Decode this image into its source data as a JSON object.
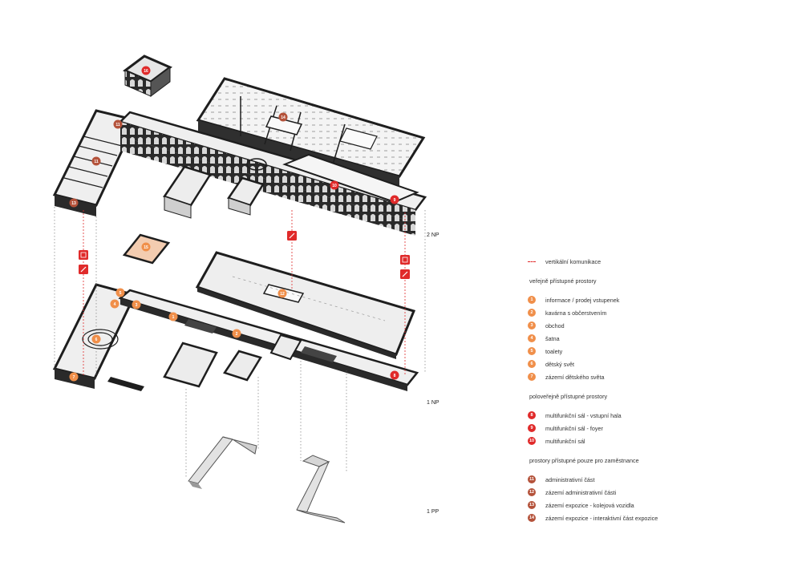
{
  "floors": {
    "upper": "2 NP",
    "ground": "1 NP",
    "basement": "1 PP"
  },
  "colors": {
    "public": "#f08f4a",
    "semi_public": "#e02a2a",
    "staff": "#b4523a",
    "vertical": "#e02a2a",
    "wall": "#1e1e1e",
    "floor_fill": "#efefef"
  },
  "icons": {
    "lift": "elevator-icon",
    "stairs": "stairs-icon"
  },
  "markers": {
    "upper": [
      "16",
      "11",
      "11",
      "13",
      "14",
      "10",
      "9",
      "15"
    ],
    "ground": [
      "5",
      "4",
      "3",
      "1",
      "2",
      "6",
      "7",
      "12",
      "8"
    ]
  },
  "legend": {
    "vertical_label": "vertikální komunikace",
    "groups": [
      {
        "heading": "veřejně přístupné prostory",
        "color": "#f08f4a",
        "items": [
          {
            "num": "1",
            "label": "informace / prodej vstupenek"
          },
          {
            "num": "2",
            "label": "kavárna s občerstvením"
          },
          {
            "num": "3",
            "label": "obchod"
          },
          {
            "num": "4",
            "label": "šatna"
          },
          {
            "num": "5",
            "label": "toalety"
          },
          {
            "num": "6",
            "label": "dětský svět"
          },
          {
            "num": "7",
            "label": "zázemí dětského světa"
          }
        ]
      },
      {
        "heading": "poloveřejně přístupné  prostory",
        "color": "#e02a2a",
        "items": [
          {
            "num": "8",
            "label": "multifunkční sál - vstupní hala"
          },
          {
            "num": "9",
            "label": "multifunkční sál - foyer"
          },
          {
            "num": "10",
            "label": "multifunkční sál"
          }
        ]
      },
      {
        "heading": "prostory přístupné pouze pro zaměstnance",
        "color": "#b4523a",
        "items": [
          {
            "num": "11",
            "label": "administrativní část"
          },
          {
            "num": "12",
            "label": "zázemí administrativní části"
          },
          {
            "num": "13",
            "label": "zázemí expozice - kolejová vozidla"
          },
          {
            "num": "14",
            "label": "zázemí expozice - interaktivní část expozice"
          }
        ]
      }
    ]
  }
}
